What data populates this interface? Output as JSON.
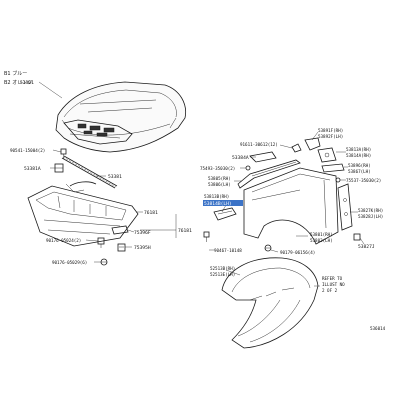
{
  "legend": {
    "line1": "B1 ブルー",
    "line2": "B2 オレンジ"
  },
  "labels": {
    "l53301": "53301",
    "l90541": "90541-15004(2)",
    "l53381A": "53381A",
    "l53381": "53381",
    "l76181a": "76181",
    "l76181b": "76181",
    "l90176a": "90176-05024(2)",
    "l75396F": "75396F",
    "l75395H": "75395H",
    "l90176b": "90176-05029(6)",
    "l91611": "91611-30612(12)",
    "l53891F": "53891F(RH)",
    "l53892F": "53892F(LH)",
    "l53384A": "53384A",
    "l75493": "75493-35030(2)",
    "l53813B": "53813B(RH)",
    "l53814B": "53814B(LH)",
    "l53805": "53805(RH)",
    "l53806": "53806(LH)",
    "l53813A": "53813A(RH)",
    "l53814A": "53814A(RH)",
    "l53896": "53896(RH)",
    "l53867": "53867(LH)",
    "l75537": "75537-35030(2)",
    "l53827K": "53827K(RH)",
    "l53828J": "53828J(LH)",
    "l53801": "53801(RH)",
    "l53802": "53802(LH)",
    "l90467": "90467-10148",
    "l90179": "90179-06156(4)",
    "l53827J": "53827J",
    "l52513B": "52513B(RH)",
    "l52513E": "52513E(LH)",
    "refer1": "REFER TO",
    "refer2": "ILLUST NO",
    "refer3": "2 OF 2",
    "code": "536014"
  }
}
